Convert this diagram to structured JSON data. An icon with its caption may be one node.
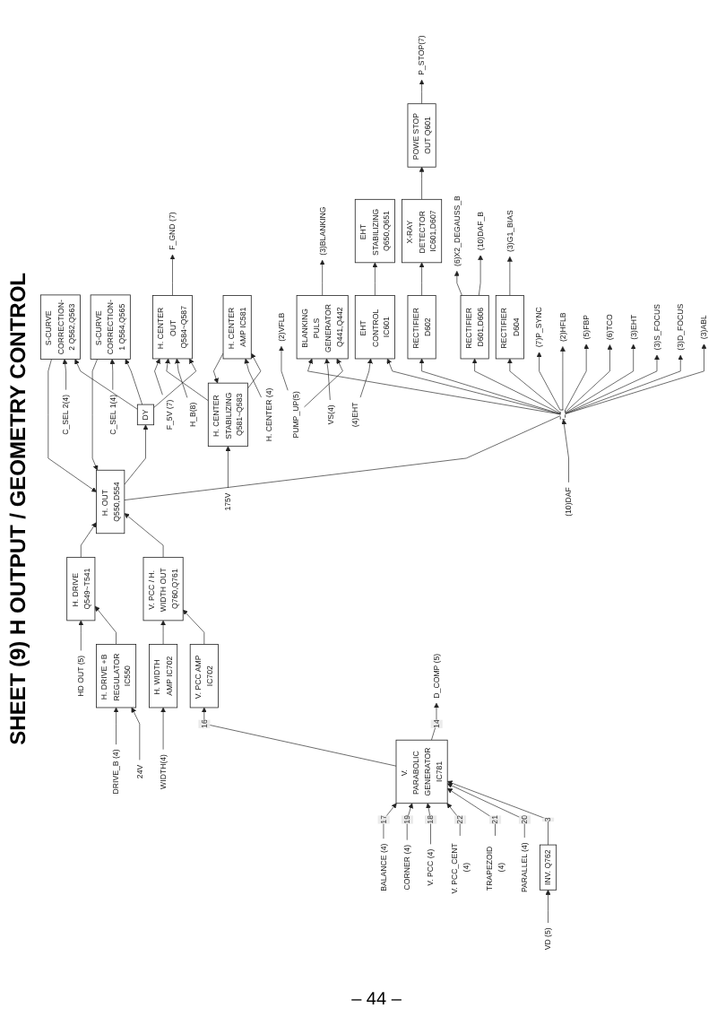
{
  "diagram": {
    "title": "SHEET (9) H OUTPUT / GEOMETRY CONTROL",
    "nodes": [
      {
        "text": [
          "BLANKING PULS GENERATOR Q441,Q442"
        ]
      },
      {
        "text": [
          "RECTIFIER D601,D606"
        ]
      },
      {
        "text": [
          "RECTIFIER D602"
        ]
      },
      {
        "text": [
          "RECTIFIER D604"
        ]
      },
      {
        "text": [
          "EHT CONTROL IC601"
        ]
      },
      {
        "text": [
          "X-RAY DETECTOR IC601,D607"
        ]
      },
      {
        "text": [],
        "shape": "box"
      },
      {
        "text": [
          "DY"
        ]
      },
      {
        "text": [
          "H. OUT Q550,D554"
        ]
      },
      {
        "text": [
          "S-CURVE CORRECTION-1 Q564,Q565"
        ]
      },
      {
        "text": [
          "S-CURVE CORRECTION-2 Q562,Q563"
        ]
      },
      {
        "text": [
          "EHT STABILIZING Q650,Q651"
        ]
      },
      {
        "text": [
          "V. PCC / H. WIDTH OUT Q760,Q761"
        ]
      },
      {
        "text": [
          "POWE STOP OUT Q601"
        ]
      },
      {
        "text": [
          "H. CENTER OUT Q584~Q587"
        ]
      },
      {
        "text": [
          "H. CENTER AMP IC581"
        ]
      },
      {
        "text": [
          "H. CENTER STABILIZING Q581~Q583"
        ]
      },
      {
        "text": [
          "H. DRIVE +B REGULATOR IC550"
        ]
      },
      {
        "text": [
          "H. DRIVE Q549~T541"
        ]
      },
      {
        "text": [
          "V. PCC AMP IC702"
        ]
      },
      {
        "text": [
          "H. WIDTH AMP IC702"
        ]
      },
      {
        "text": [
          "V. PARABOLIC GENERATOR",
          "IC781"
        ]
      },
      {
        "text": [
          "INV. Q762"
        ]
      },
      {
        "text": [
          "(2)VFLB"
        ]
      },
      {
        "text": [
          "(3)BLANKING"
        ]
      },
      {
        "text": [
          "(7)P_SYNC"
        ]
      },
      {
        "text": [
          "(2)HFLB"
        ]
      },
      {
        "text": [
          "(5)FBP"
        ]
      },
      {
        "text": [
          "(6)X2_DEGAUSS_B"
        ]
      },
      {
        "text": [
          "(10)DAF_B"
        ]
      },
      {
        "text": [
          "(3)G1_BIAS"
        ]
      },
      {
        "text": [
          "(6)TCO"
        ]
      },
      {
        "text": [
          "(3)EHT"
        ]
      },
      {
        "text": [
          "(3)S_FOCUS"
        ]
      },
      {
        "text": [
          "(3)D_FOCUS"
        ]
      },
      {
        "text": [
          "(10)DAF"
        ]
      },
      {
        "text": [
          "(3)ABL"
        ]
      },
      {
        "text": [
          "(4)EHT"
        ]
      },
      {
        "text": [
          "PUMP_UP(5)"
        ]
      },
      {
        "text": [
          "VS(4)"
        ]
      },
      {
        "text": [
          "F_5V (7)"
        ]
      },
      {
        "text": [
          "F_GND (7)"
        ]
      },
      {
        "text": [
          "H. CENTER (4)"
        ]
      },
      {
        "text": [
          "175V"
        ]
      },
      {
        "text": [
          "24V"
        ]
      },
      {
        "text": [
          "DRIVE_B (4)"
        ]
      },
      {
        "text": [
          "HD OUT (5)"
        ]
      },
      {
        "text": [
          "H_B(8)"
        ]
      },
      {
        "text": [
          "C_SEL 1(4)"
        ]
      },
      {
        "text": [
          "C_SEL 2(4)"
        ]
      },
      {
        "text": [
          "VD (5)"
        ]
      },
      {
        "text": [
          "PARALLEL (4)"
        ]
      },
      {
        "text": [
          "TRAPEZOID (4)"
        ]
      },
      {
        "text": [
          "V. PCC_CENT (4)"
        ]
      },
      {
        "text": [
          "V. PCC (4)"
        ]
      },
      {
        "text": [
          "CORNER (4)"
        ]
      },
      {
        "text": [
          "BALANCE (4)"
        ]
      },
      {
        "text": [
          "D_COMP (5)"
        ]
      },
      {
        "text": [
          "WIDTH(4)"
        ]
      },
      {
        "text": [
          "P_STOP(7)"
        ]
      }
    ],
    "edges": [
      {
        "from": 38,
        "to": 0,
        "arrow": "to"
      },
      {
        "from": 38,
        "to": 23,
        "arrow": "to"
      },
      {
        "from": 39,
        "to": 0,
        "arrow": "to"
      },
      {
        "from": 0,
        "to": 24,
        "arrow": "to"
      },
      {
        "from": 6,
        "to": 0,
        "arrow": "to"
      },
      {
        "from": 6,
        "to": 25,
        "arrow": "to"
      },
      {
        "from": 6,
        "to": 26,
        "arrow": "to"
      },
      {
        "from": 6,
        "to": 27,
        "arrow": "to"
      },
      {
        "from": 6,
        "to": 1,
        "arrow": "to"
      },
      {
        "from": 6,
        "to": 2,
        "arrow": "to"
      },
      {
        "from": 6,
        "to": 3,
        "arrow": "to"
      },
      {
        "from": 1,
        "to": 28,
        "arrow": "to"
      },
      {
        "from": 1,
        "to": 29,
        "arrow": "to"
      },
      {
        "from": 2,
        "to": 5,
        "arrow": "to"
      },
      {
        "from": 3,
        "to": 30,
        "arrow": "to"
      },
      {
        "from": 6,
        "to": 31,
        "arrow": "to"
      },
      {
        "from": 6,
        "to": 32,
        "arrow": "to"
      },
      {
        "from": 6,
        "to": 33,
        "arrow": "to"
      },
      {
        "from": 6,
        "to": 34,
        "arrow": "to"
      },
      {
        "from": 35,
        "to": 6,
        "arrow": "to"
      },
      {
        "from": 6,
        "to": 36,
        "arrow": "to"
      },
      {
        "from": 6,
        "to": 4,
        "arrow": "to"
      },
      {
        "from": 37,
        "to": 4,
        "arrow": "to"
      },
      {
        "from": 4,
        "to": 11,
        "arrow": "to"
      },
      {
        "from": 5,
        "to": 13,
        "arrow": "to"
      },
      {
        "from": 13,
        "to": 59,
        "arrow": "to"
      },
      {
        "from": 8,
        "to": 6,
        "arrow": "none"
      },
      {
        "from": 8,
        "to": 7,
        "arrow": "to"
      },
      {
        "from": 7,
        "to": 14,
        "arrow": "to"
      },
      {
        "from": 7,
        "to": 9,
        "arrow": "to"
      },
      {
        "from": 7,
        "to": 10,
        "arrow": "to"
      },
      {
        "from": 9,
        "to": 8,
        "arrow": "to"
      },
      {
        "from": 10,
        "to": 8,
        "arrow": "to"
      },
      {
        "from": 12,
        "to": 8,
        "arrow": "to"
      },
      {
        "from": 18,
        "to": 8,
        "arrow": "to"
      },
      {
        "from": 17,
        "to": 18,
        "arrow": "to"
      },
      {
        "from": 44,
        "to": 17,
        "arrow": "to"
      },
      {
        "from": 45,
        "to": 17,
        "arrow": "to"
      },
      {
        "from": 46,
        "to": 18,
        "arrow": "to"
      },
      {
        "from": 47,
        "to": 14,
        "arrow": "to"
      },
      {
        "from": 48,
        "to": 9,
        "arrow": "to"
      },
      {
        "from": 49,
        "to": 10,
        "arrow": "to"
      },
      {
        "from": 19,
        "to": 12,
        "arrow": "to"
      },
      {
        "from": 20,
        "to": 12,
        "arrow": "to"
      },
      {
        "from": 21,
        "to": 19,
        "arrow": "to",
        "label": "16"
      },
      {
        "from": 58,
        "to": 20,
        "arrow": "to"
      },
      {
        "from": 50,
        "to": 22,
        "arrow": "to"
      },
      {
        "from": 22,
        "to": 21,
        "arrow": "to",
        "label": "3"
      },
      {
        "from": 51,
        "to": 21,
        "arrow": "to",
        "label": "20"
      },
      {
        "from": 52,
        "to": 21,
        "arrow": "to",
        "label": "21"
      },
      {
        "from": 53,
        "to": 21,
        "arrow": "to",
        "label": "22"
      },
      {
        "from": 54,
        "to": 21,
        "arrow": "to",
        "label": "18"
      },
      {
        "from": 55,
        "to": 21,
        "arrow": "to",
        "label": "19"
      },
      {
        "from": 56,
        "to": 21,
        "arrow": "to",
        "label": "17"
      },
      {
        "from": 21,
        "to": 57,
        "arrow": "to",
        "label": "14"
      },
      {
        "from": 16,
        "to": 14,
        "arrow": "to"
      },
      {
        "from": 15,
        "to": 16,
        "arrow": "to"
      },
      {
        "from": 16,
        "to": 15,
        "arrow": "to"
      },
      {
        "from": 42,
        "to": 15,
        "arrow": "to"
      },
      {
        "from": 43,
        "to": 16,
        "arrow": "to"
      },
      {
        "from": 40,
        "to": 14,
        "arrow": "to"
      },
      {
        "from": 14,
        "to": 41,
        "arrow": "to"
      }
    ],
    "labels": [
      "– 44 –"
    ]
  }
}
